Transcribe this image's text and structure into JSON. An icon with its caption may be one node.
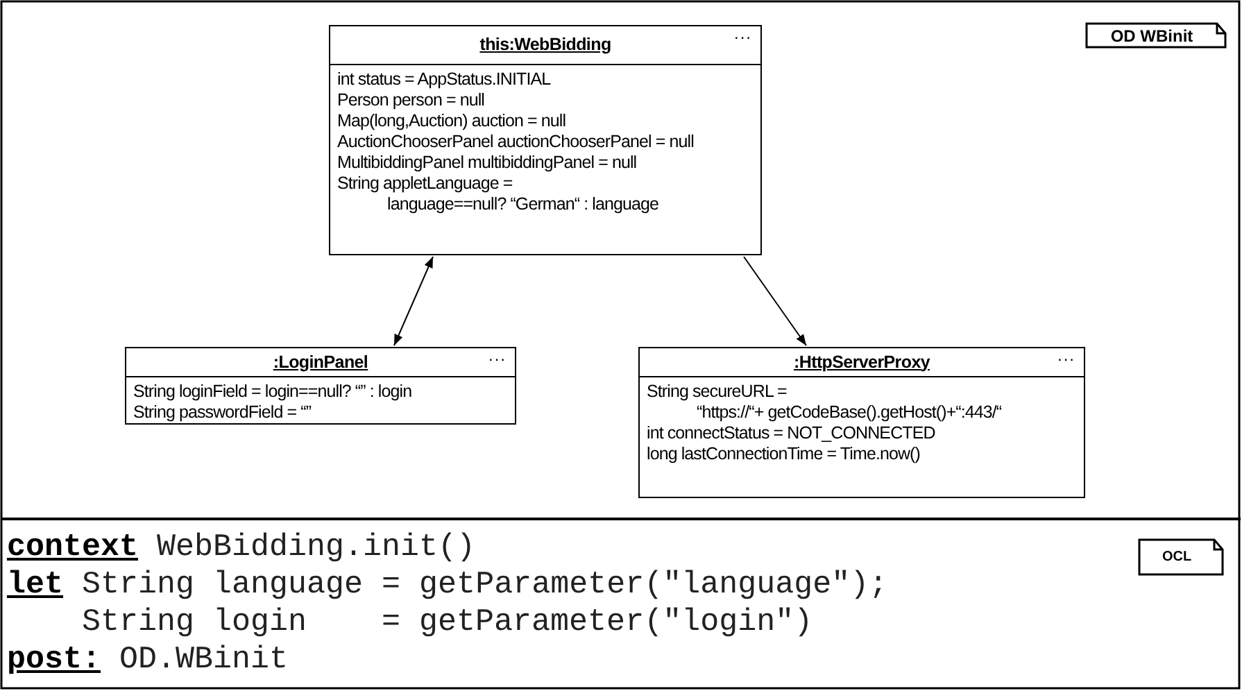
{
  "diagram": {
    "nodes": [
      {
        "text": [
          "OD WBinit"
        ]
      },
      {
        "text": [
          "this:WebBidding",
          "...",
          "int status = AppStatus.INITIAL",
          "Person person = null",
          "Map(long,Auction) auction = null",
          "AuctionChooserPanel auctionChooserPanel = null",
          "MultibiddingPanel multibiddingPanel = null",
          "String appletLanguage = language==null? “German“ : language"
        ]
      },
      {
        "text": [
          ":LoginPanel",
          "...",
          "String loginField = login==null? “” : login",
          "String passwordField = “”"
        ]
      },
      {
        "text": [
          ":HttpServerProxy",
          "...",
          "String secureURL = “https://“+ getCodeBase().getHost()+“:443/“",
          "int connectStatus = NOT_CONNECTED",
          "long lastConnectionTime = Time.now()"
        ]
      },
      {
        "text": [
          "OCL"
        ]
      }
    ],
    "edges": [
      {
        "from": 1,
        "to": 2,
        "arrow": "both"
      },
      {
        "from": 1,
        "to": 3,
        "arrow": "to"
      }
    ],
    "labels": [
      "**context** WebBidding.init()",
      "**let** String language = getParameter(\"language\");",
      "String login    = getParameter(\"login\")",
      "**post:** OD.WBinit"
    ]
  }
}
